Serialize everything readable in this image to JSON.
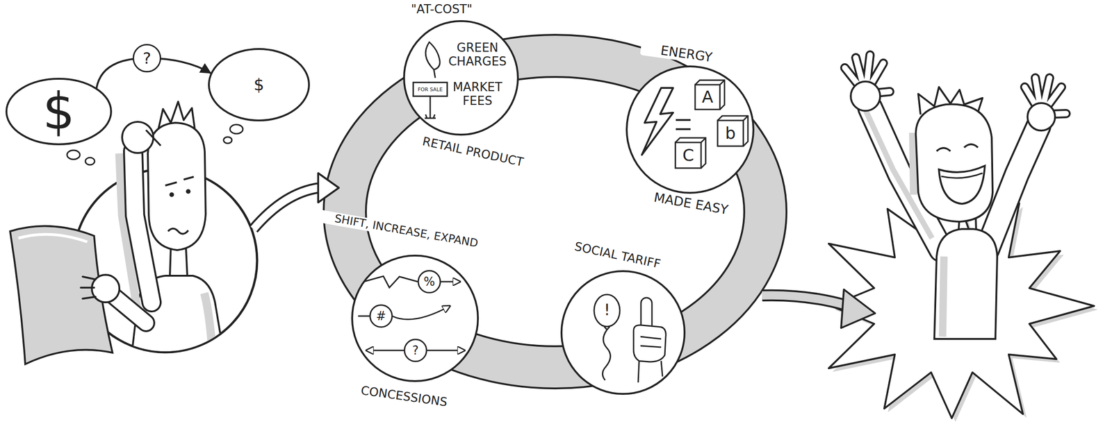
{
  "diagram": {
    "nodes": [
      {
        "text": [
          "$"
        ]
      },
      {
        "text": [
          "$"
        ]
      },
      {
        "text": [
          "\"AT-COST\"",
          "GREEN CHARGES",
          "MARKET FEES",
          "RETAIL PRODUCT"
        ]
      },
      {
        "text": [
          "ENERGY",
          "MADE EASY"
        ]
      },
      {
        "text": [
          "SHIFT, INCREASE, EXPAND",
          "CONCESSIONS"
        ]
      },
      {
        "text": [
          "SOCIAL TARIFF"
        ]
      }
    ],
    "edges": [
      {
        "from": 0,
        "to": 1,
        "arrow": "to",
        "label": "?"
      }
    ],
    "labels": [
      "FOR SALE",
      "A",
      "b",
      "C",
      "%",
      "#",
      "?",
      "!"
    ]
  }
}
